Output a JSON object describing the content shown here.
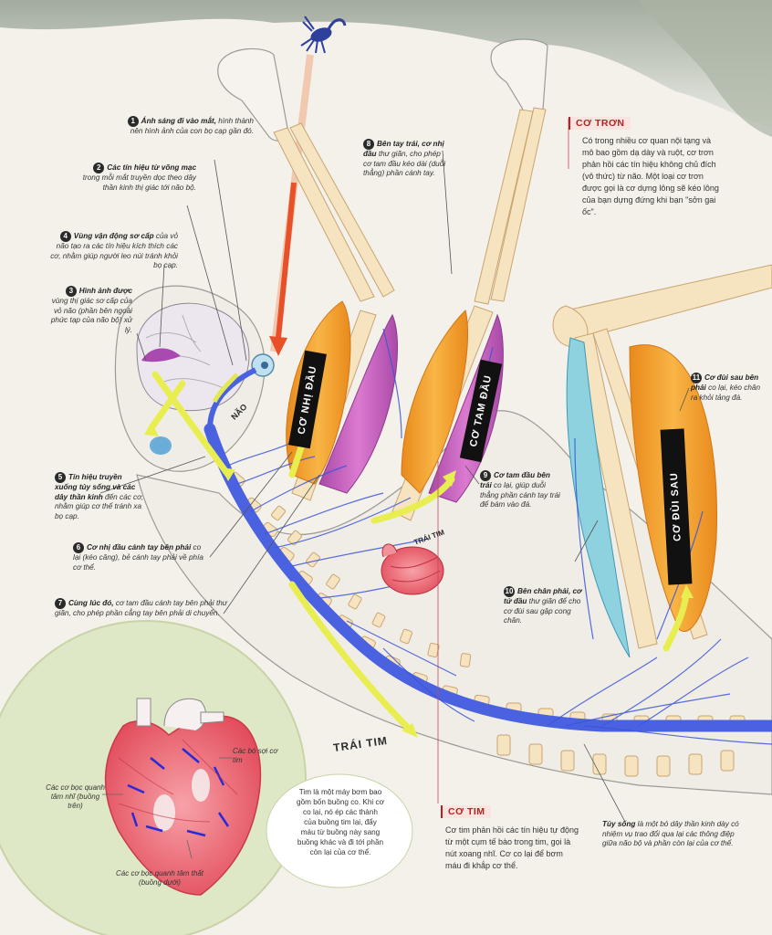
{
  "steps": [
    {
      "n": "1",
      "bold": "Ánh sáng đi vào mắt,",
      "text": " hình thành nên hình ảnh của con bọ cạp gần đó."
    },
    {
      "n": "2",
      "bold": "Các tín hiệu từ võng mạc",
      "text": " trong mỗi mắt truyền dọc theo dây thần kinh thị giác tới não bộ."
    },
    {
      "n": "4",
      "bold": "Vùng vận động sơ cấp",
      "text": " của vỏ não tạo ra các tín hiệu kích thích các cơ, nhằm giúp người leo núi tránh khỏi bọ cạp."
    },
    {
      "n": "3",
      "bold": "Hình ảnh được",
      "text": " vùng thị giác sơ cấp của vỏ não (phần bên ngoài phức tạp của não bộ) xử lý."
    },
    {
      "n": "5",
      "bold": "Tín hiệu truyền xuống tủy sống và các dây thần kinh",
      "text": " đến các cơ, nhằm giúp cơ thể tránh xa bọ cạp."
    },
    {
      "n": "6",
      "bold": "Cơ nhị đầu cánh tay bên phải",
      "text": " co lại (kéo căng), bẻ cánh tay phải về phía cơ thể."
    },
    {
      "n": "7",
      "bold": "Cùng lúc đó,",
      "text": " cơ tam đầu cánh tay bên phải thư giãn, cho phép phần cẳng tay bên phải di chuyển."
    },
    {
      "n": "8",
      "bold": "Bên tay trái, cơ nhị đầu",
      "text": " thư giãn, cho phép cơ tam đầu kéo dài (duỗi thẳng) phần cánh tay."
    },
    {
      "n": "9",
      "bold": "Cơ tam đầu bên trái",
      "text": " co lại, giúp duỗi thẳng phần cánh tay trái để bám vào đá."
    },
    {
      "n": "10",
      "bold": "Bên chân phải, cơ tứ đầu",
      "text": " thư giãn để cho cơ đùi sau gập cong chân."
    },
    {
      "n": "11",
      "bold": "Cơ đùi sau bên phải",
      "text": " co lại, kéo chân ra khỏi tảng đá."
    }
  ],
  "smooth_muscle": {
    "title": "CƠ TRƠN",
    "body": "Có trong nhiều cơ quan nội tạng và mô bao gồm dạ dày và ruột, cơ trơn phản hồi các tín hiệu không chủ đích (vô thức) từ não. Một loại cơ trơn được gọi là cơ dựng lông sẽ kéo lông của bạn dựng đứng khi bạn \"sởn gai ốc\"."
  },
  "cardiac_muscle": {
    "title": "CƠ TIM",
    "body": "Cơ tim phản hồi các tín hiệu tự động từ một cụm tế bào trong tim, gọi là nút xoang nhĩ. Cơ co lại để bơm máu đi khắp cơ thể."
  },
  "heart_note": "Tim là một máy bơm bao gồm bốn buồng co. Khi cơ co lại, nó ép các thành của buồng tim lại, đẩy máu từ buồng này sang buồng khác và đi tới phần còn lại của cơ thể.",
  "spinal_note": {
    "bold": "Tủy sống",
    "text": " là một bó dây thần kinh dày có nhiệm vụ trao đổi qua lại các thông điệp giữa não bộ và phần còn lại của cơ thể."
  },
  "labels": {
    "brain": "NÃO",
    "heart_small": "TRÁI TIM",
    "heart_big": "TRÁI TIM",
    "biceps": "CƠ NHỊ ĐẦU",
    "triceps": "CƠ TAM ĐẦU",
    "hamstring": "CƠ ĐÙI SAU",
    "heart_fibers": "Các bó sợi cơ tim",
    "atria": "Các cơ bọc quanh tâm nhĩ (buồng trên)",
    "ventricles": "Các cơ bọc quanh tâm thất (buồng dưới)"
  },
  "colors": {
    "accent_red": "#b42222",
    "muscle_orange": "#f0a030",
    "muscle_purple": "#c25ab8",
    "nerve_blue": "#4a62e0",
    "arrow_yellow": "#e8ee50",
    "bone": "#f6e3bf",
    "heart_pink": "#ef6e7a"
  }
}
